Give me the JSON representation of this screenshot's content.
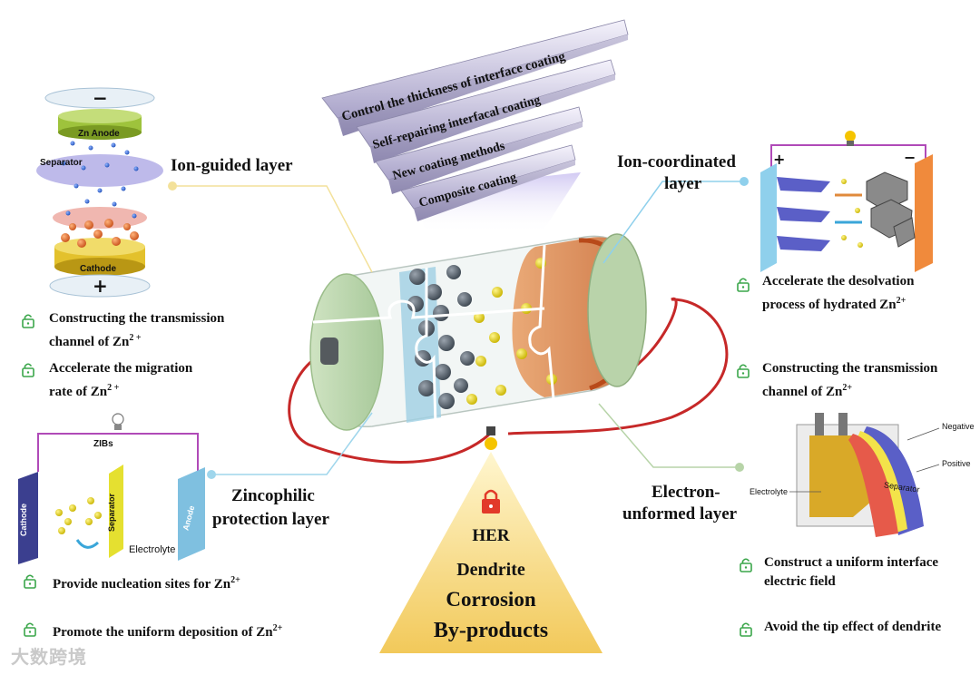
{
  "strategies": [
    "Control the thickness of interface coating",
    "Self-repairing interfacal coating",
    "New coating methods",
    "Composite coating"
  ],
  "layers": {
    "ion_guided": "Ion-guided layer",
    "ion_coordinated_1": "Ion-coordinated",
    "ion_coordinated_2": "layer",
    "zincophilic_1": "Zincophilic",
    "zincophilic_2": "protection layer",
    "electron_1": "Electron-",
    "electron_2": "unformed layer"
  },
  "stack": {
    "minus": "−",
    "plus": "+",
    "zn_anode": "Zn Anode",
    "separator": "Separator",
    "cathode": "Cathode"
  },
  "left_bullets": {
    "b1_l1": "Constructing the transmission",
    "b1_l2": "channel of Zn",
    "b1_sup": "2 +",
    "b2_l1": "Accelerate the migration",
    "b2_l2": "rate of Zn",
    "b2_sup": "2 +"
  },
  "right_bullets": {
    "b1_l1": "Accelerate the desolvation",
    "b1_l2": "process of hydrated Zn",
    "b1_sup": "2+",
    "b2_l1": "Constructing the transmission",
    "b2_l2": "channel of Zn",
    "b2_sup": "2+"
  },
  "zibs": {
    "title": "ZIBs",
    "cathode": "Cathode",
    "separator": "Separator",
    "anode": "Anode",
    "electrolyte": "Electrolyte"
  },
  "bottom_left": {
    "b1": "Provide nucleation sites for Zn",
    "b1_sup": "2+",
    "b2": "Promote the uniform deposition of Zn",
    "b2_sup": "2+"
  },
  "pouch": {
    "negative": "Negative",
    "positive": "Positive",
    "electrolyte": "Electrolyte",
    "separator": "Separator"
  },
  "bottom_right": {
    "b1_l1": "Construct a uniform interface",
    "b1_l2": "electric field",
    "b2": "Avoid the tip effect of dendrite"
  },
  "triangle": {
    "her": "HER",
    "dendrite": "Dendrite",
    "corrosion": "Corrosion",
    "byproducts": "By-products"
  },
  "ion_coord_signs": {
    "plus": "+",
    "minus": "−"
  },
  "watermark": "大数跨境",
  "colors": {
    "accent_yellow": "#f5c400",
    "wire_red": "#c62828",
    "wire_purple": "#b04ab8"
  }
}
